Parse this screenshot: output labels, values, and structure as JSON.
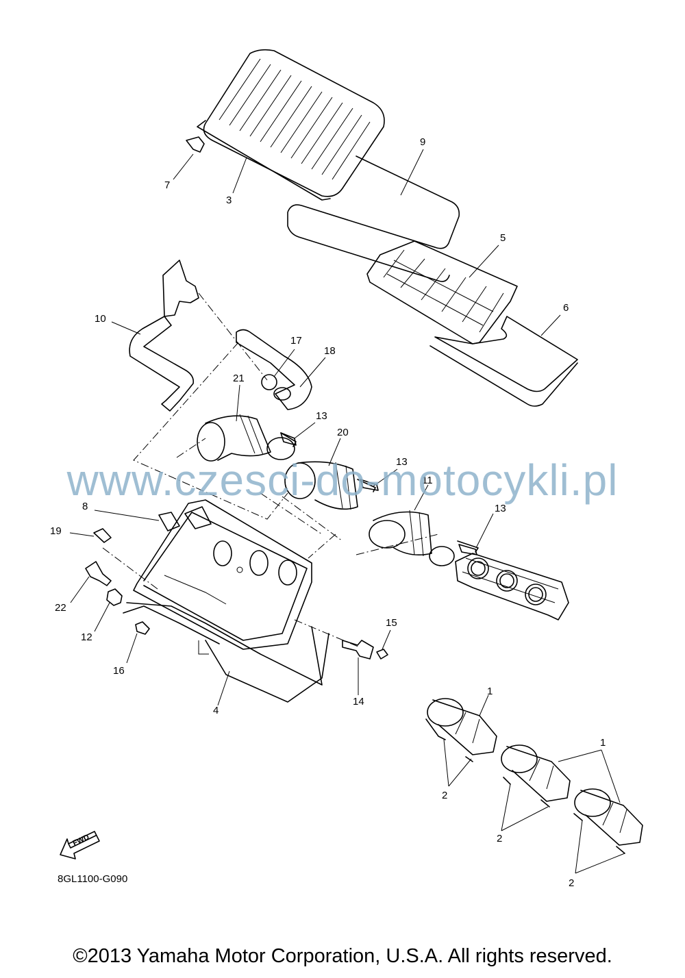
{
  "callouts": [
    "1",
    "1",
    "2",
    "2",
    "2",
    "3",
    "4",
    "5",
    "6",
    "7",
    "8",
    "9",
    "10",
    "11",
    "12",
    "13",
    "13",
    "13",
    "14",
    "15",
    "16",
    "17",
    "18",
    "19",
    "20",
    "21",
    "22"
  ],
  "fwd_label": "FWD",
  "diagram_code": "8GL1100-G090",
  "watermark": "www.czesci-do-motocykli.pl",
  "copyright": "©2013 Yamaha Motor Corporation, U.S.A. All rights reserved."
}
